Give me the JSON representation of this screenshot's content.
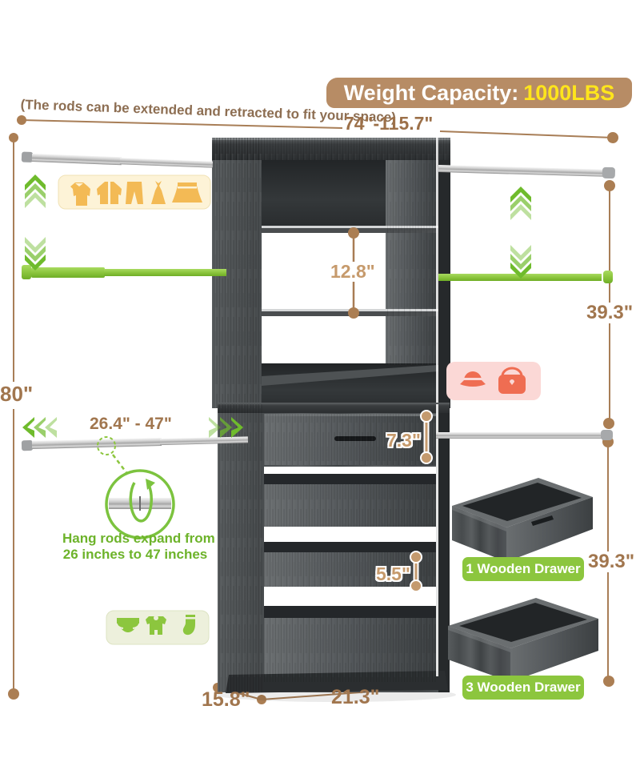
{
  "header": {
    "banner_label": "Weight Capacity:",
    "banner_value": "1000LBS"
  },
  "annotations": {
    "rods_note": "(The rods can be extended and retracted to fit your space)",
    "hang_note_line1": "Hang rods expand from",
    "hang_note_line2": "26 inches to 47 inches"
  },
  "dimensions": {
    "total_width": "74\"-115.7\"",
    "total_height": "80\"",
    "upper_rod_section": "39.3\"",
    "lower_rod_section": "39.3\"",
    "shelf_gap": "12.8\"",
    "rod_extension_range": "26.4\" - 47\"",
    "top_drawer_height": "7.3\"",
    "box_drawer_height": "5.5\"",
    "depth": "15.8\"",
    "tower_width": "21.3\""
  },
  "product_callouts": {
    "single_drawer": "1 Wooden Drawer",
    "triple_drawer": "3 Wooden Drawer"
  },
  "icons": {
    "clothing_box": [
      "sweater-icon",
      "jacket-icon",
      "pants-icon",
      "dress-icon",
      "skirt-icon"
    ],
    "accessories_box": [
      "hat-icon",
      "handbag-icon"
    ],
    "kids_box": [
      "briefs-icon",
      "onesie-icon",
      "sock-icon"
    ],
    "motion": [
      "up-arrows-icon",
      "down-arrows-icon",
      "left-arrows-icon",
      "right-arrows-icon",
      "rotate-icon",
      "magnifier-circle-icon"
    ]
  },
  "colors": {
    "dimension_brown": "#a1764e",
    "banner_bg": "#b78c65",
    "banner_value_yellow": "#ffe51c",
    "green": "#8cc63e",
    "green_text": "#6db32a",
    "wood_gray": "#4a4e50",
    "accent_orange": "#f3ba55",
    "accent_coral": "#ef6d52",
    "pink_box_bg": "#fbd8d6",
    "cream_box_bg": "#fdf3d7",
    "pale_green_box_bg": "#edf0dc"
  }
}
